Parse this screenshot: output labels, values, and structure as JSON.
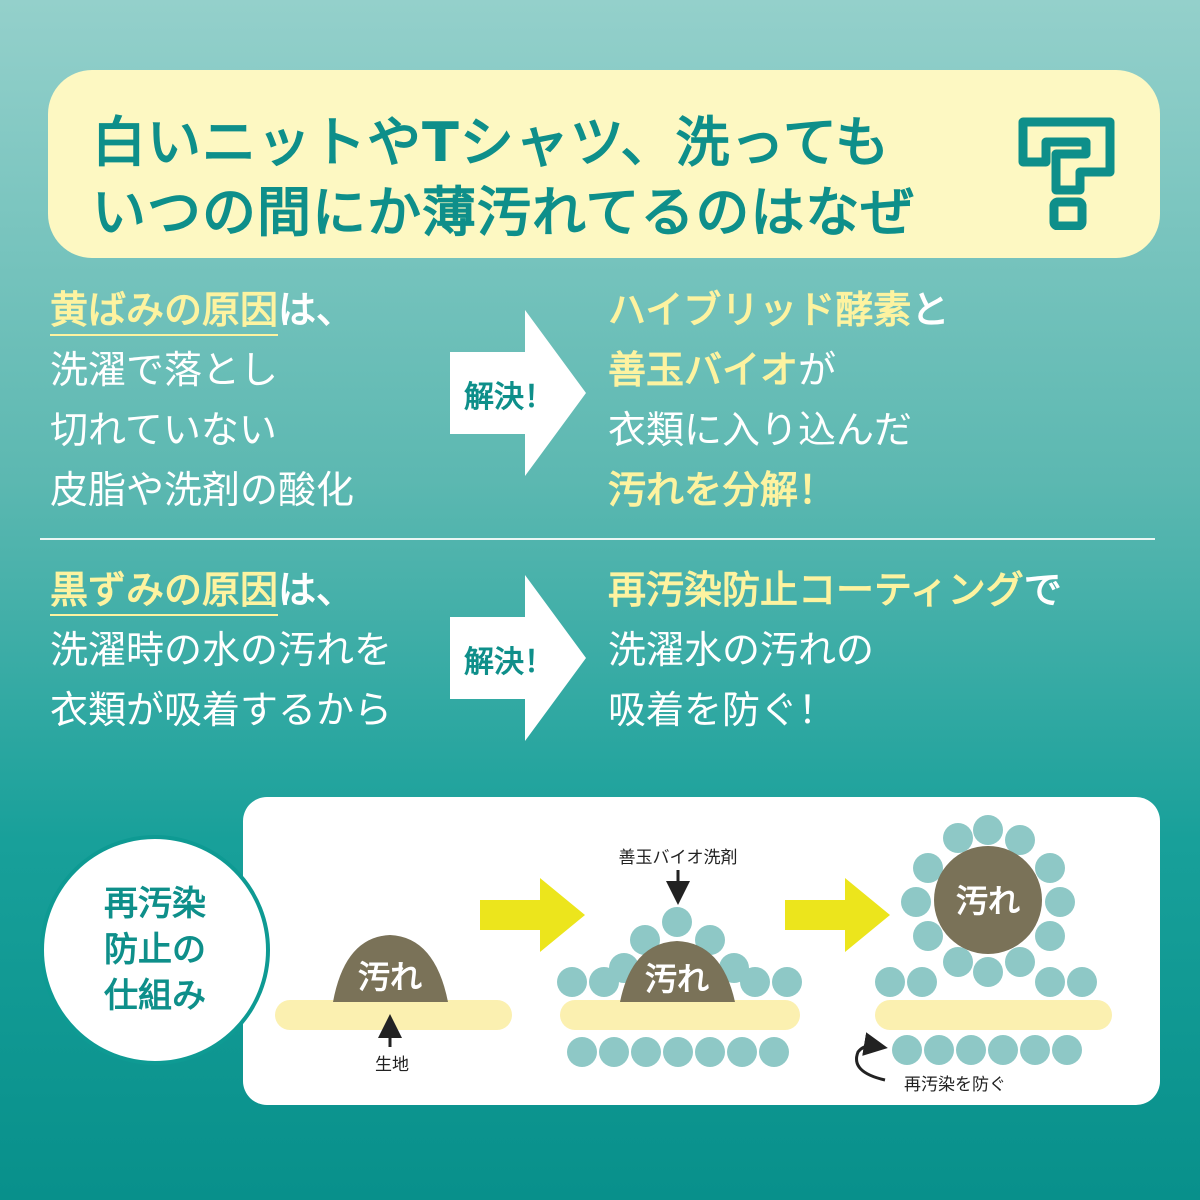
{
  "title": {
    "line1": "白いニットやTシャツ、洗っても",
    "line2": "いつの間にか薄汚れてるのはなぜ"
  },
  "section1": {
    "cause_highlight": "黄ばみの原因",
    "cause_suffix": "は、",
    "cause_lines": [
      "洗濯で落とし",
      "切れていない",
      "皮脂や洗剤の酸化"
    ],
    "arrow_label": "解決！",
    "solution_line1_hl": "ハイブリッド酵素",
    "solution_line1_suffix": "と",
    "solution_line2_hl": "善玉バイオ",
    "solution_line2_suffix": "が",
    "solution_line3": "衣類に入り込んだ",
    "solution_line4_hl": "汚れを分解！"
  },
  "section2": {
    "cause_highlight": "黒ずみの原因",
    "cause_suffix": "は、",
    "cause_lines": [
      "洗濯時の水の汚れを",
      "衣類が吸着するから"
    ],
    "arrow_label": "解決！",
    "solution_line1_hl": "再汚染防止コーティング",
    "solution_line1_suffix": "で",
    "solution_lines": [
      "洗濯水の汚れの",
      "吸着を防ぐ！"
    ]
  },
  "diagram": {
    "badge": "再汚染防止の仕組み",
    "dirt_label": "汚れ",
    "fabric_label": "生地",
    "detergent_label": "善玉バイオ洗剤",
    "prevent_label": "再汚染を防ぐ"
  },
  "colors": {
    "teal": "#0e8f8a",
    "highlight": "#fdf3a0",
    "particle": "#8ec8c6",
    "dirt": "#7a7258",
    "fabric": "#fbf0b0",
    "arrow": "#ece51c"
  }
}
